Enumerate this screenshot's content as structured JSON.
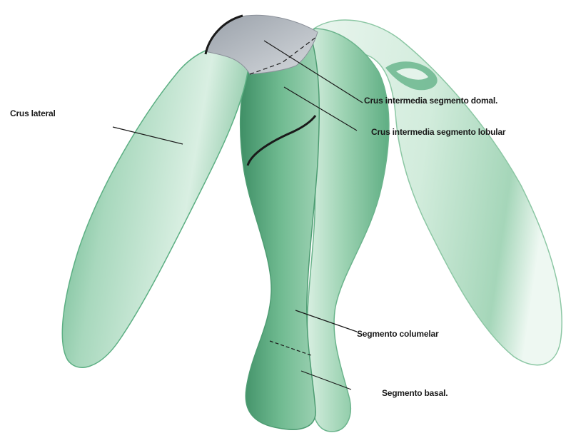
{
  "figure": {
    "labels": {
      "crus_lateral": "Crus lateral",
      "crus_intermedia_domal": "Crus intermedia segmento domal.",
      "crus_intermedia_lobular": "Crus intermedia segmento lobular",
      "segmento_columelar": "Segmento columelar",
      "segmento_basal": "Segmento basal."
    },
    "colors": {
      "cartilage_light": "#e6f3ec",
      "cartilage_mid": "#a6d6bb",
      "cartilage_dark": "#5caf83",
      "dome": "#b8bcc4",
      "line": "#1a1a1a"
    }
  }
}
